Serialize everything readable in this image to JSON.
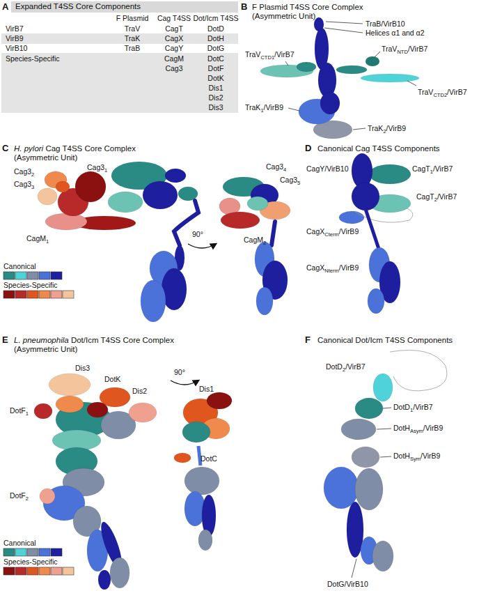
{
  "diagram": {
    "labels": [
      "A",
      "Expanded T4SS Core Components",
      "F Plasmid",
      "Cag T4SS",
      "Dot/Icm T4SS",
      "VirB7",
      "TraV",
      "CagT",
      "DotD",
      "VirB9",
      "TraK",
      "CagX",
      "DotH",
      "VirB10",
      "TraB",
      "CagY",
      "DotG",
      "Species-Specific",
      "CagM",
      "DotC",
      "Cag3",
      "DotF",
      "DotK",
      "Dis1",
      "Dis2",
      "Dis3",
      "B",
      "F Plasmid T4SS Core Complex",
      "(Asymmetric Unit)",
      "TraB/VirB10",
      "Helices α1 and α2",
      "TraV",
      "NTD",
      "/VirB7",
      "TraV",
      "CTD1",
      "/VirB7",
      "TraV",
      "CTD2",
      "/VirB7",
      "TraK",
      "1",
      "/VirB9",
      "TraK",
      "2",
      "/VirB9",
      "C",
      "H. pylori",
      "Cag T4SS Core Complex",
      "(Asymmetric Unit)",
      "Cag3",
      "2",
      "Cag3",
      "1",
      "Cag3",
      "3",
      "CagM",
      "1",
      "90°",
      "Cag3",
      "4",
      "Cag3",
      "5",
      "CagM",
      "2",
      "D",
      "Canonical Cag T4SS Components",
      "CagY/VirB10",
      "CagT",
      "1",
      "/VirB7",
      "CagT",
      "2",
      "/VirB7",
      "CagX",
      "Cterm",
      "/VirB9",
      "CagX",
      "Nterm",
      "/VirB9",
      "E",
      "L. pneumophila",
      "Dot/Icm T4SS Core Complex",
      "(Asymmetric Unit)",
      "Dis3",
      "DotK",
      "Dis2",
      "DotF",
      "1",
      "DotF",
      "2",
      "90°",
      "Dis1",
      "DotC",
      "F",
      "Canonical Dot/Icm T4SS Components",
      "DotD",
      "2",
      "/VirB7",
      "DotD",
      "1",
      "/VirB7",
      "DotH",
      "Asym",
      "/VirB9",
      "DotH",
      "Sym",
      "/VirB9",
      "DotG/VirB10"
    ],
    "legend": [
      {
        "text": "Canonical"
      },
      {
        "text": "Species-Specific"
      },
      {
        "text": "Canonical"
      },
      {
        "text": "Species-Specific"
      }
    ]
  }
}
